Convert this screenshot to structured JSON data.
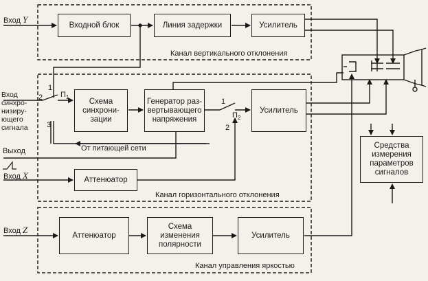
{
  "inputs": {
    "input_y_label": "Вход",
    "input_y_letter": "Y",
    "input_sync_label": "Вход синхро-низиру-ющего сигнала",
    "output_label": "Выход",
    "input_x_label": "Вход",
    "input_x_letter": "X",
    "input_z_label": "Вход",
    "input_z_letter": "Z"
  },
  "vertical_channel": {
    "title": "Канал вертикального отклонения",
    "blocks": [
      "Входной блок",
      "Линия задержки",
      "Усилитель"
    ]
  },
  "horizontal_channel": {
    "title": "Канал горизонтального отклонения",
    "sync_block": "Схема синхрони-зации",
    "generator_block": "Генератор раз-вертывающего напряжения",
    "amplifier_block": "Усилитель",
    "attenuator_block": "Аттенюатор",
    "mains_label": "От питающей сети",
    "switch1": {
      "name": "П",
      "sub": "1",
      "pos1": "1",
      "pos2": "2",
      "pos3": "3"
    },
    "switch2": {
      "name": "П",
      "sub": "2",
      "pos1": "1",
      "pos2": "2"
    }
  },
  "brightness_channel": {
    "title": "Канал управления яркостью",
    "blocks": [
      "Аттенюатор",
      "Схема изменения полярности",
      "Усилитель"
    ]
  },
  "measurement_block": "Средства измерения параметров сигналов"
}
